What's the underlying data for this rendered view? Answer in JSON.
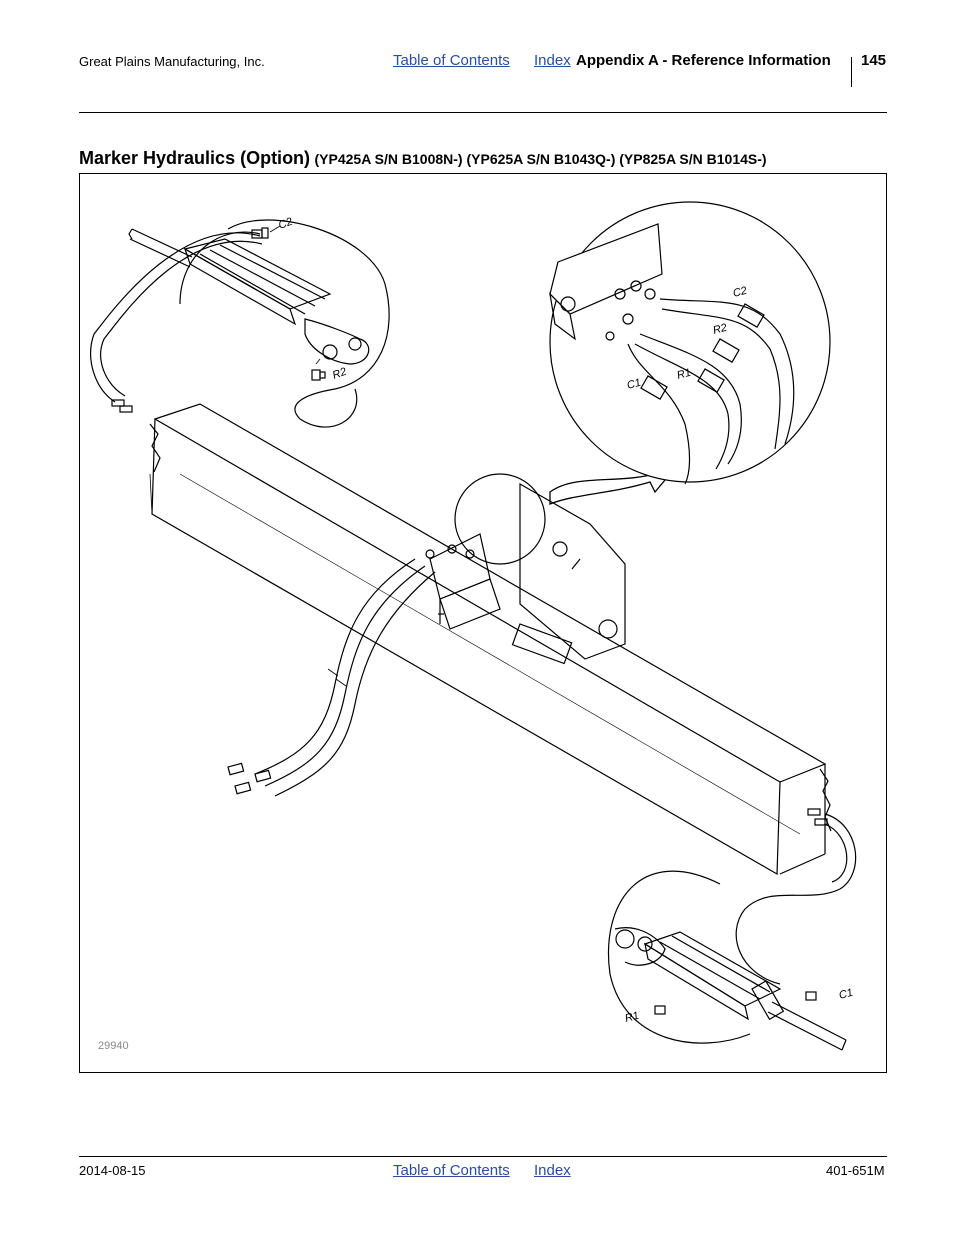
{
  "header": {
    "company": "Great Plains Manufacturing, Inc.",
    "toc_label": "Table of Contents",
    "index_label": "Index",
    "section": "Appendix A - Reference Information",
    "page_number": "145"
  },
  "title": {
    "main": "Marker Hydraulics (Option)",
    "sub": "(YP425A S/N B1008N-) (YP625A S/N B1043Q-) (YP825A S/N B1014S-)"
  },
  "figure": {
    "number": "29940",
    "labels": {
      "c2_top": "C2",
      "r2_top": "R2",
      "c2_detail": "C2",
      "r2_detail": "R2",
      "c1_detail": "C1",
      "r1_detail": "R1",
      "c1_bottom": "C1",
      "r1_bottom": "R1"
    }
  },
  "footer": {
    "date": "2014-08-15",
    "toc_label": "Table of Contents",
    "index_label": "Index",
    "doc_number": "401-651M"
  }
}
